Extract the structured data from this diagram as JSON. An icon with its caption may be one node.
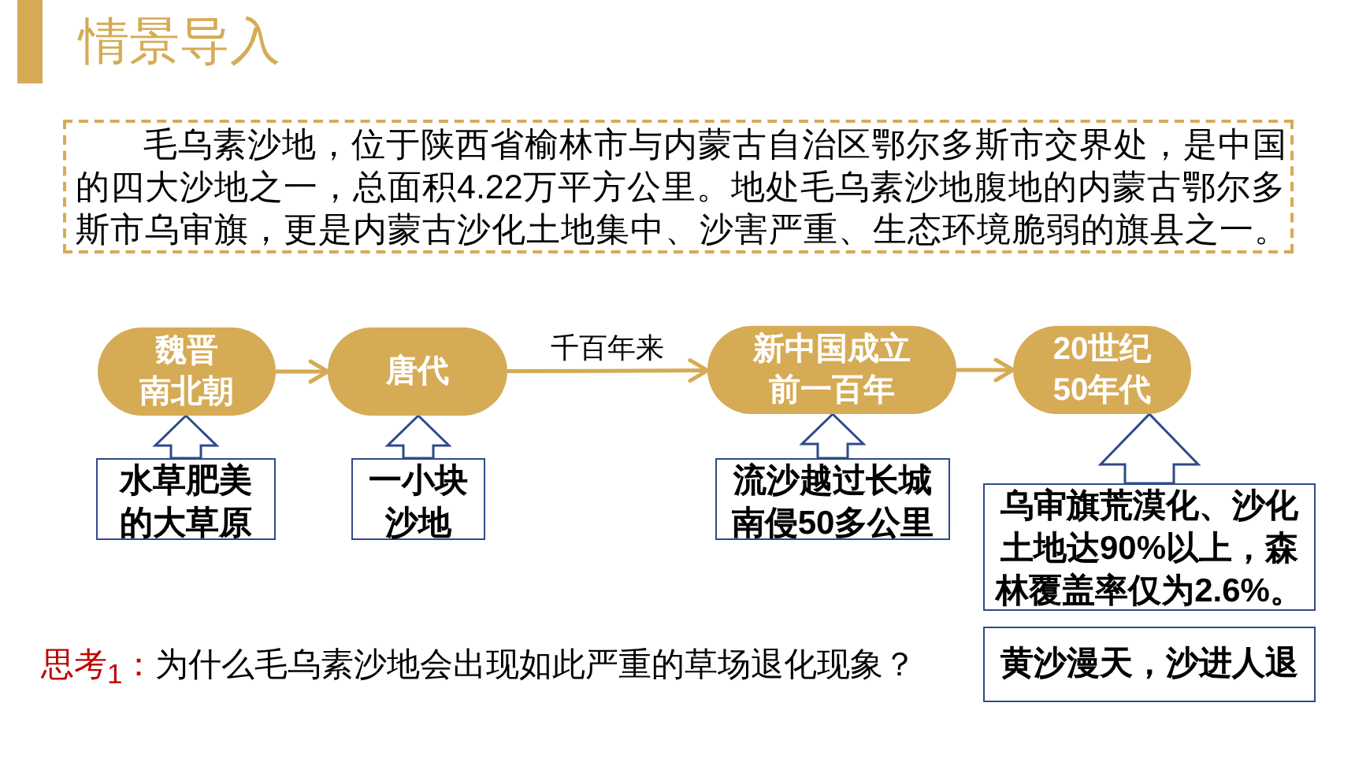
{
  "diagram": {
    "title": "情景导入",
    "nodes": [
      {
        "text": [
          "毛乌素沙地，位于陕西省榆林市与内蒙古自治区鄂尔多斯市交界处，是中国的四大沙地之一，总面积4.22万平方公里。地处毛乌素沙地腹地的内蒙古鄂尔多斯市乌审旗，更是内蒙古沙化土地集中、沙害严重、生态环境脆弱的旗县之一。"
        ]
      },
      {
        "text": [
          "魏晋南北朝"
        ]
      },
      {
        "text": [
          "唐代"
        ]
      },
      {
        "text": [
          "新中国成立前一百年"
        ]
      },
      {
        "text": [
          "20世纪50年代"
        ]
      },
      {
        "text": [
          "水草肥美的大草原"
        ]
      },
      {
        "text": [
          "一小块沙地"
        ]
      },
      {
        "text": [
          "流沙越过长城南侵50多公里"
        ]
      },
      {
        "text": [
          "乌审旗荒漠化、沙化土地达90%以上，森林覆盖率仅为2.6%。"
        ]
      },
      {
        "text": [
          "黄沙漫天，沙进人退"
        ]
      }
    ],
    "edges": [
      {
        "from": 1,
        "to": 2,
        "arrow": "to",
        "color": "#d6ab55"
      },
      {
        "from": 2,
        "to": 3,
        "arrow": "to",
        "label": "千百年来",
        "color": "#d6ab55"
      },
      {
        "from": 3,
        "to": 4,
        "arrow": "to",
        "color": "#d6ab55"
      },
      {
        "from": 5,
        "to": 1,
        "arrow": "to"
      },
      {
        "from": 6,
        "to": 2,
        "arrow": "to"
      },
      {
        "from": 7,
        "to": 3,
        "arrow": "to"
      },
      {
        "from": 8,
        "to": 4,
        "arrow": "to"
      }
    ],
    "labels": [
      "思考$_{1}$：",
      "为什么毛乌素沙地会出现如此严重的草场退化现象？"
    ]
  }
}
